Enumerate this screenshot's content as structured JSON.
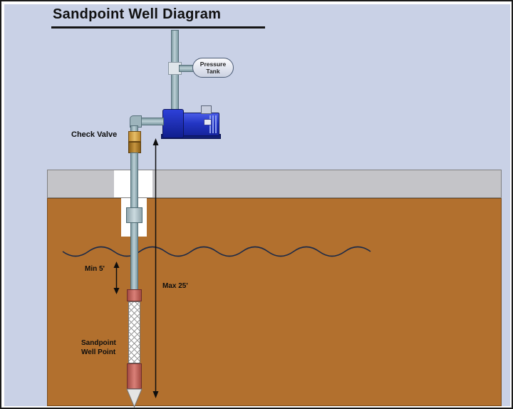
{
  "title": "Sandpoint Well Diagram",
  "labels": {
    "pressure_tank": "Pressure Tank",
    "check_valve": "Check Valve",
    "min_depth": "Min 5'",
    "max_depth": "Max 25'",
    "well_point": "Sandpoint\nWell Point"
  },
  "colors": {
    "background": "#c9d1e6",
    "soil": "#b2702e",
    "ground_surface": "#c4c4c8",
    "pipe": "#9db4bc",
    "pump": "#2336c4",
    "check_valve": "#c79640",
    "well_point_red": "#c96a60",
    "water_line": "#1c2a48"
  }
}
